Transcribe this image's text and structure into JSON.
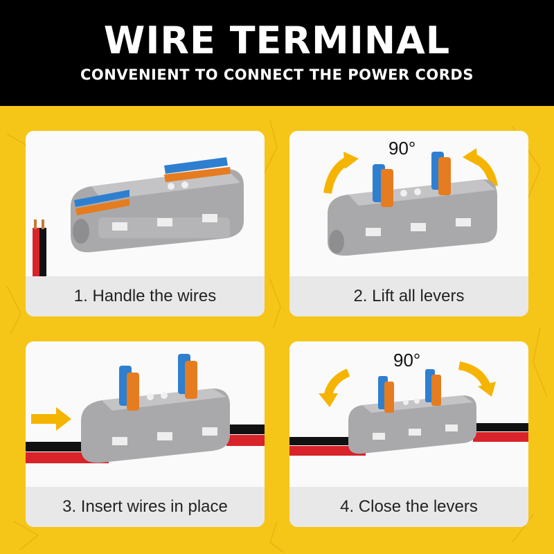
{
  "header": {
    "title": "WIRE TERMINAL",
    "subtitle": "CONVENIENT TO CONNECT THE POWER CORDS"
  },
  "steps": [
    {
      "caption": "1. Handle the wires"
    },
    {
      "caption": "2. Lift all levers",
      "angle_label": "90°"
    },
    {
      "caption": "3. Insert wires in place"
    },
    {
      "caption": "4. Close the levers",
      "angle_label": "90°"
    }
  ],
  "colors": {
    "background": "#f5c518",
    "header": "#000000",
    "connector_body": "#a9a9ab",
    "lever_blue": "#2f7fd0",
    "lever_orange": "#e57c1f",
    "wire_red": "#d8232a",
    "wire_black": "#111111",
    "arrow": "#f5b400"
  }
}
